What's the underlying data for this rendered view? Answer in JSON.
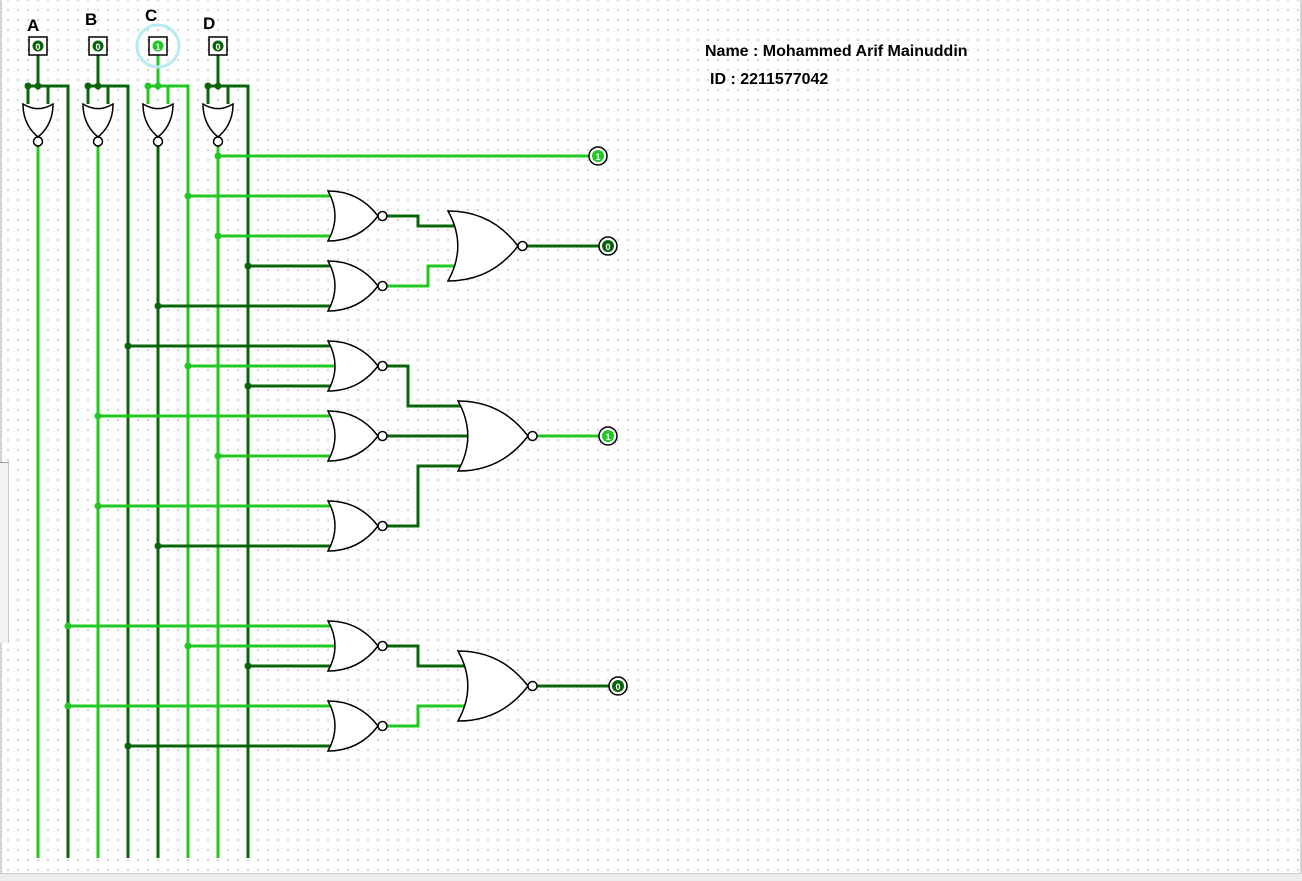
{
  "header": {
    "name_line": "Name : Mohammed Arif Mainuddin",
    "id_line": "ID : 2211577042"
  },
  "inputs": [
    {
      "label": "A",
      "value": "0"
    },
    {
      "label": "B",
      "value": "0"
    },
    {
      "label": "C",
      "value": "1"
    },
    {
      "label": "D",
      "value": "0"
    }
  ],
  "outputs": [
    {
      "value": "1"
    },
    {
      "value": "0"
    },
    {
      "value": "1"
    },
    {
      "value": "0"
    }
  ],
  "colors": {
    "wire_high": "#22c822",
    "wire_low": "#0a640a",
    "gate_stroke": "#000000",
    "selected_highlight": "#b6ecf2"
  },
  "gate_type": "NOR"
}
